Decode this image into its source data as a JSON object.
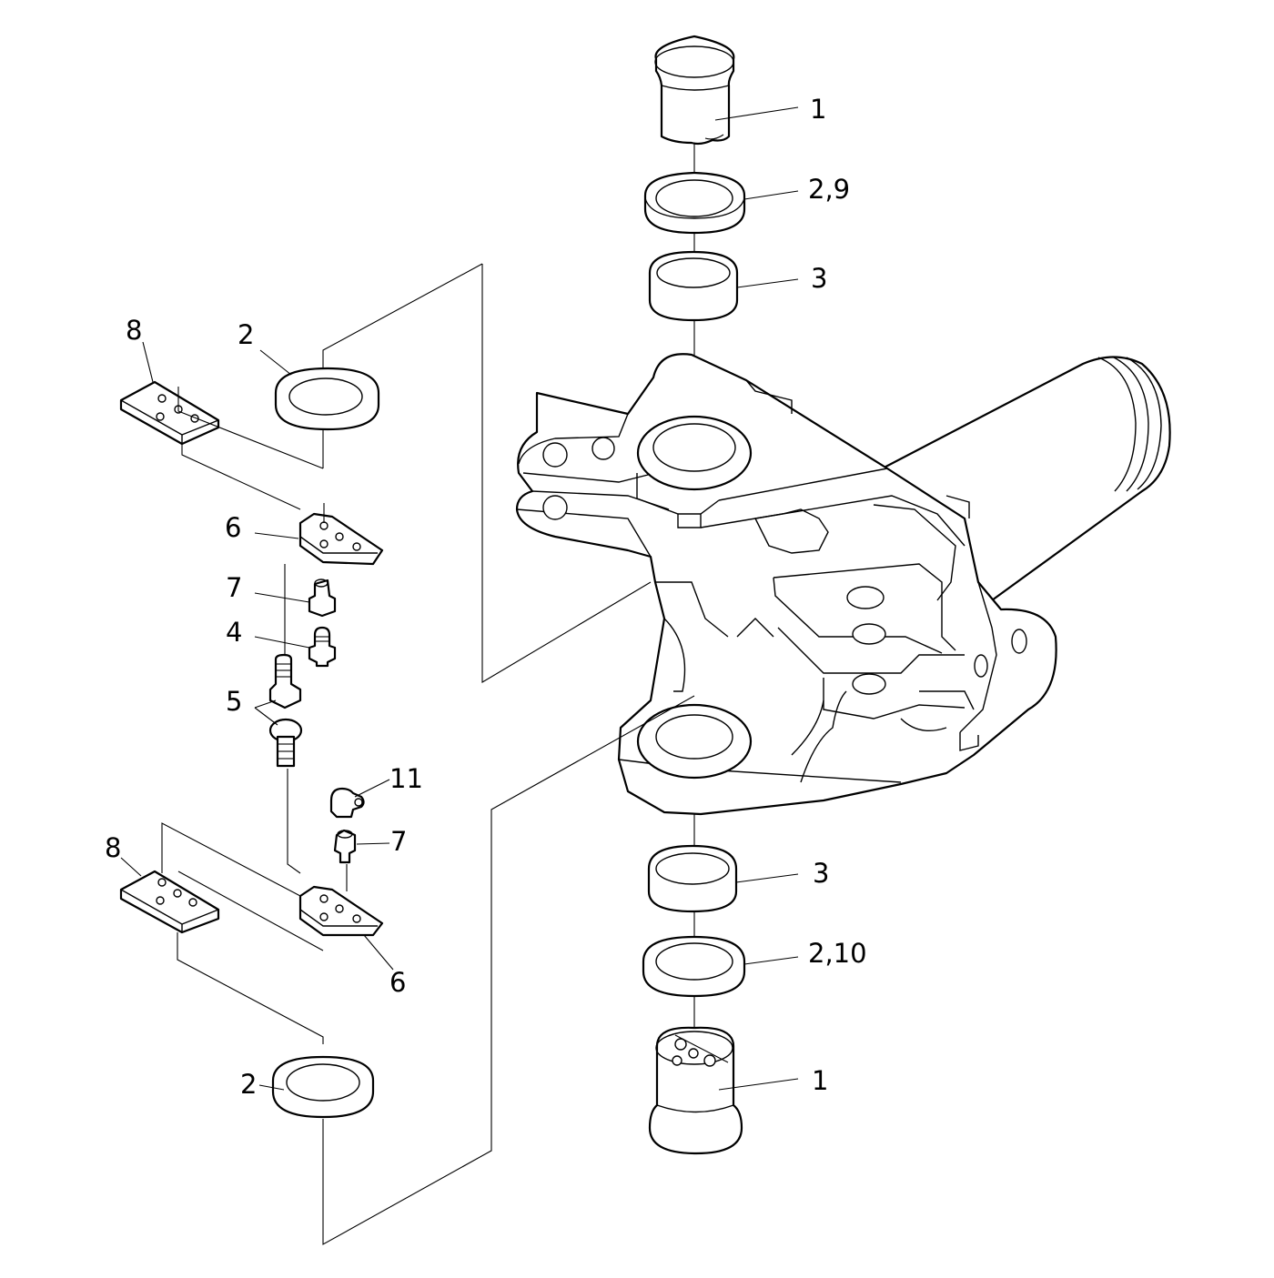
{
  "callouts": [
    {
      "id": "c1-top",
      "text": "1"
    },
    {
      "id": "c2-9",
      "text": "2,9"
    },
    {
      "id": "c3-top",
      "text": "3"
    },
    {
      "id": "c8-top",
      "text": "8"
    },
    {
      "id": "c2-top",
      "text": "2"
    },
    {
      "id": "c6-top",
      "text": "6"
    },
    {
      "id": "c7-top",
      "text": "7"
    },
    {
      "id": "c4",
      "text": "4"
    },
    {
      "id": "c5",
      "text": "5"
    },
    {
      "id": "c11",
      "text": "11"
    },
    {
      "id": "c7-bottom",
      "text": "7"
    },
    {
      "id": "c8-bottom",
      "text": "8"
    },
    {
      "id": "c3-bottom",
      "text": "3"
    },
    {
      "id": "c2-10",
      "text": "2,10"
    },
    {
      "id": "c6-bottom",
      "text": "6"
    },
    {
      "id": "c1-bottom",
      "text": "1"
    },
    {
      "id": "c2-bottom",
      "text": "2"
    }
  ],
  "colors": {
    "ink": "#000000",
    "paper": "#ffffff"
  }
}
